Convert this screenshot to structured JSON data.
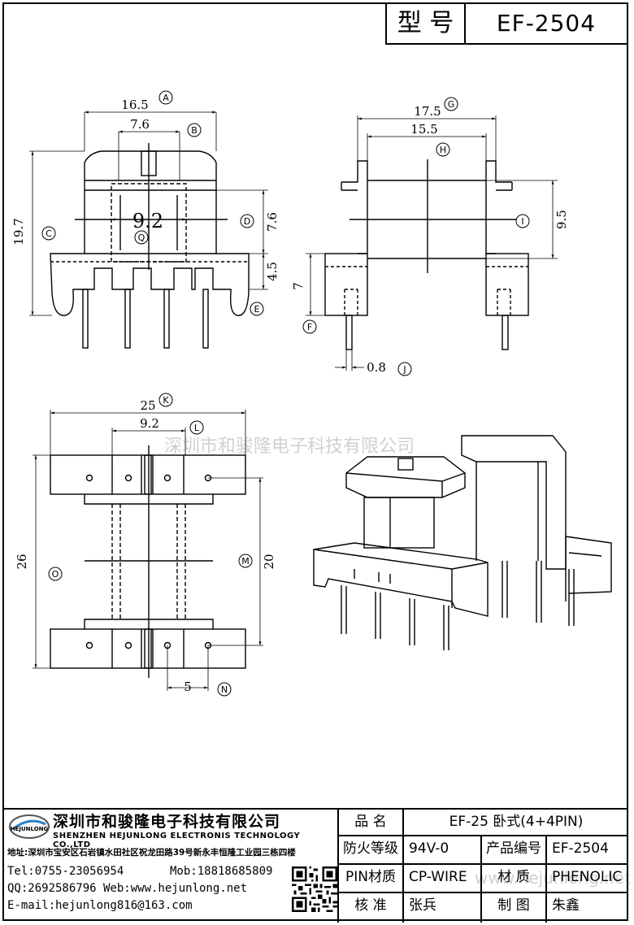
{
  "header": {
    "model_label": "型 号",
    "model_value": "EF-2504"
  },
  "dimensions": {
    "A": "16.5",
    "B": "7.6",
    "C": "19.7",
    "D": "7.6",
    "E": "4.5",
    "center": "9.2",
    "G": "17.5",
    "H": "15.5",
    "I": "9.5",
    "F": "7",
    "J": "0.8",
    "K": "25",
    "L": "9.2",
    "O": "26",
    "M": "20",
    "N": "5"
  },
  "callouts": [
    "A",
    "B",
    "C",
    "D",
    "Q",
    "E",
    "G",
    "H",
    "I",
    "F",
    "J",
    "K",
    "L",
    "O",
    "M",
    "N"
  ],
  "watermark": {
    "top": "深圳市和骏隆电子科技有限公司",
    "bottom": "www.hejunlong.net"
  },
  "company": {
    "logo_text": "HEJUNLONG",
    "name_cn": "深圳市和骏隆电子科技有限公司",
    "name_en": "SHENZHEN HEJUNLONG ELECTRONIS TECHNOLOGY CO.,LTD",
    "address": "地址:深圳市宝安区石岩镇水田社区祝龙田路39号新永丰恒隆工业园三栋四楼",
    "tel": "Tel:0755-23056954",
    "mob": "Mob:18818685809",
    "qq_web": "QQ:2692586796 Web:www.hejunlong.net",
    "email": "E-mail:hejunlong816@163.com"
  },
  "table": {
    "product_name_label": "品 名",
    "product_name_value": "EF-25 卧式(4+4PIN)",
    "fire_label": "防火等级",
    "fire_value": "94V-0",
    "code_label": "产品编号",
    "code_value": "EF-2504",
    "pin_label": "PIN材质",
    "pin_value": "CP-WIRE",
    "material_label": "材 质",
    "material_value": "PHENOLIC",
    "check_label": "核 准",
    "check_value": "张兵",
    "drawn_label": "制 图",
    "drawn_value": "朱鑫"
  }
}
